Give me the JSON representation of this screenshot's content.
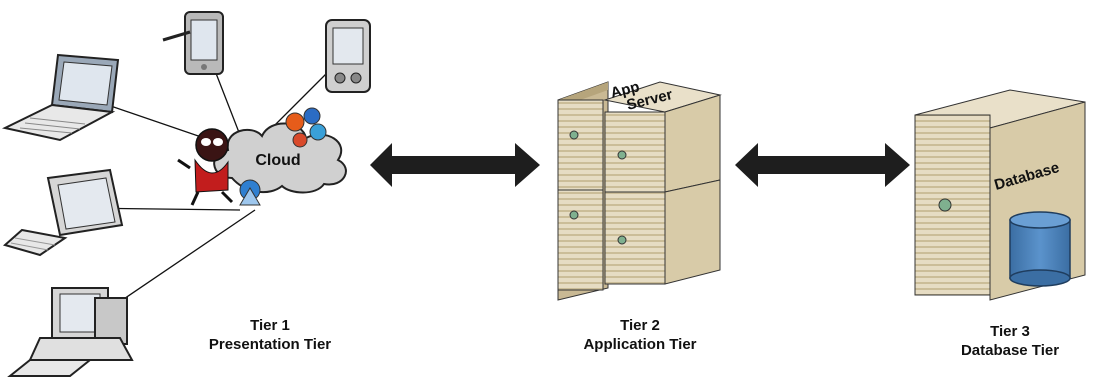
{
  "cloud": {
    "label": "Cloud"
  },
  "app_server": {
    "label_line1": "App",
    "label_line2": "Server"
  },
  "database": {
    "label": "Database"
  },
  "tiers": [
    {
      "line1": "Tier 1",
      "line2": "Presentation Tier"
    },
    {
      "line1": "Tier 2",
      "line2": "Application Tier"
    },
    {
      "line1": "Tier 3",
      "line2": "Database Tier"
    }
  ],
  "colors": {
    "server_body": "#e6dcc3",
    "server_shade": "#c9b994",
    "arrow": "#1e1e1e",
    "cloud_fill": "#d0d0d0",
    "cylinder": "#4a7fb5"
  }
}
